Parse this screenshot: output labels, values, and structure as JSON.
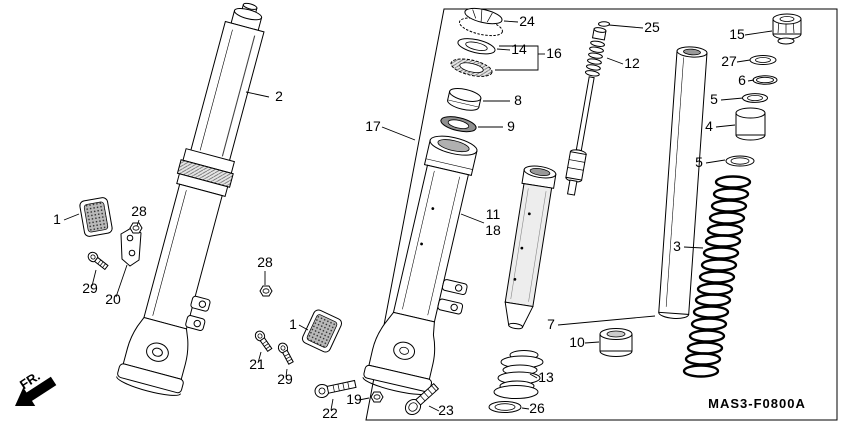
{
  "diagram": {
    "frame_code": "MAS3-F0800A",
    "fr_indicator": "FR.",
    "colors": {
      "ink": "#000000",
      "background": "#ffffff"
    },
    "part_labels": [
      "2",
      "1",
      "28",
      "29",
      "20",
      "24",
      "14",
      "16",
      "8",
      "9",
      "17",
      "11",
      "18",
      "12",
      "25",
      "15",
      "27",
      "6",
      "5",
      "4",
      "5",
      "3",
      "7",
      "10",
      "13",
      "26",
      "28",
      "1",
      "21",
      "29",
      "22",
      "19",
      "23"
    ]
  }
}
